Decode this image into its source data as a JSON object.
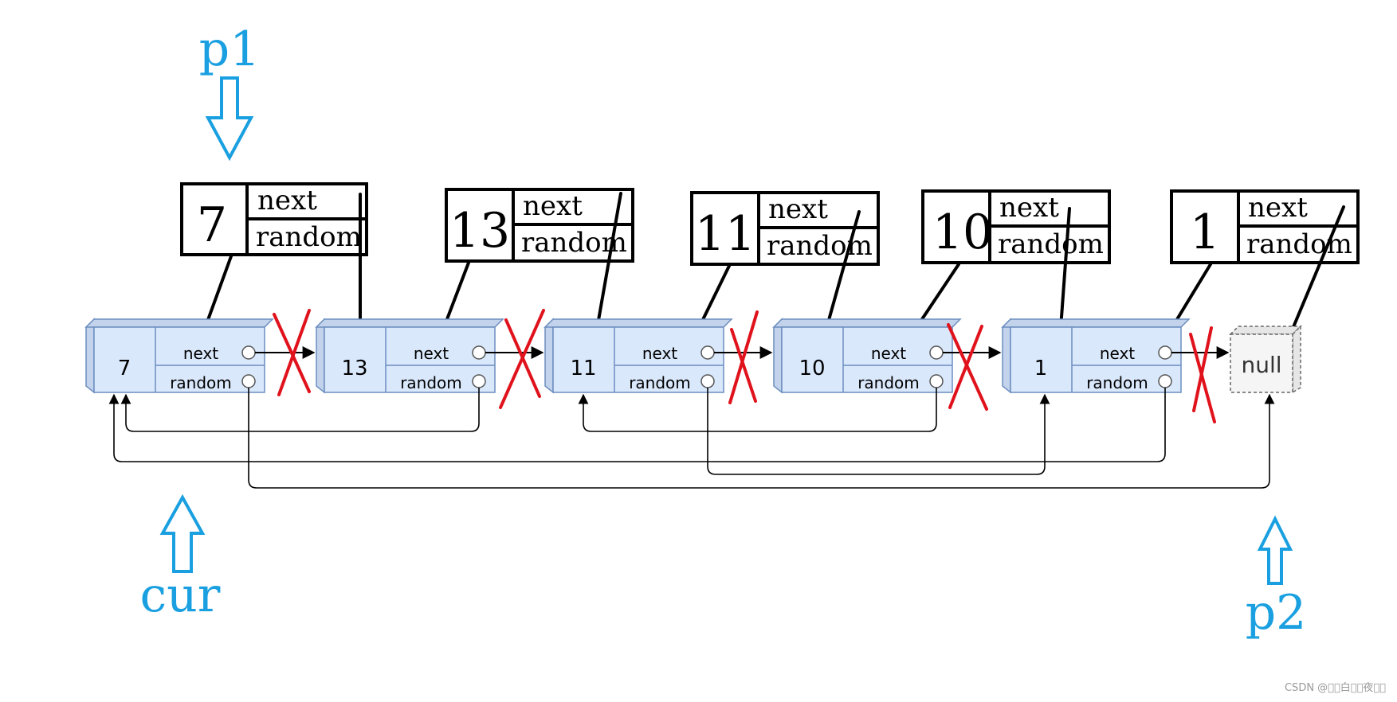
{
  "colors": {
    "pointer_blue": "#1aa0e0",
    "node_fill": "#dae8fc",
    "node_stroke": "#6c8ebf",
    "node_side": "#c3d3ec",
    "null_fill": "#f5f5f5",
    "null_stroke": "#666666",
    "cross_red": "#e0121c",
    "line_black": "#000000"
  },
  "pointers": {
    "p1": "p1",
    "cur": "cur",
    "p2": "p2"
  },
  "original_nodes": [
    {
      "value": "7",
      "next_label": "next",
      "random_label": "random"
    },
    {
      "value": "13",
      "next_label": "next",
      "random_label": "random"
    },
    {
      "value": "11",
      "next_label": "next",
      "random_label": "random"
    },
    {
      "value": "10",
      "next_label": "next",
      "random_label": "random"
    },
    {
      "value": "1",
      "next_label": "next",
      "random_label": "random"
    }
  ],
  "null_label": "null",
  "copied_nodes": [
    {
      "value": "7",
      "next_label": "next",
      "random_label": "random"
    },
    {
      "value": "13",
      "next_label": "next",
      "random_label": "random"
    },
    {
      "value": "11",
      "next_label": "next",
      "random_label": "random"
    },
    {
      "value": "10",
      "next_label": "next",
      "random_label": "random"
    },
    {
      "value": "1",
      "next_label": "next",
      "random_label": "random"
    }
  ],
  "watermark": "CSDN @\u0000\u0000白\u0000\u0000夜\u0000\u0000"
}
